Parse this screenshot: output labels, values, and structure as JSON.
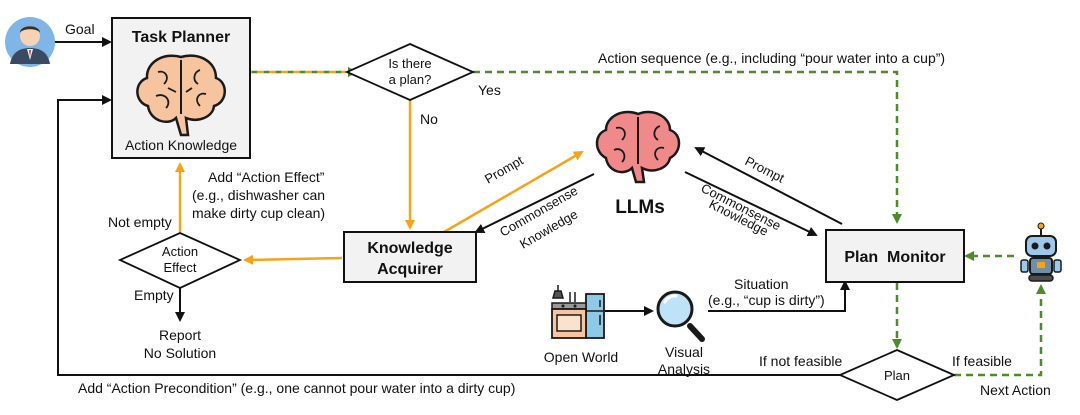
{
  "colors": {
    "orange": "#f5a31a",
    "green": "#4f8a2c",
    "black": "#111111",
    "box_fill": "#f2f2f2",
    "brain_pink": "#f08a8a",
    "brain_peach": "#f6c49e"
  },
  "icons": {
    "user": "user-avatar-icon",
    "task_planner_brain": "brain-icon",
    "llm_brain": "brain-icon",
    "kitchen": "kitchen-icon",
    "magnifier": "magnifier-icon",
    "robot": "robot-icon"
  },
  "nodes": {
    "task_planner": {
      "title": "Task Planner",
      "subtitle": "Action Knowledge"
    },
    "is_plan": {
      "line1": "Is there",
      "line2": "a plan?"
    },
    "llms": {
      "label": "LLMs"
    },
    "knowledge_acquirer": {
      "line1": "Knowledge",
      "line2": "Acquirer"
    },
    "action_effect": {
      "line1": "Action",
      "line2": "Effect"
    },
    "plan_monitor": {
      "label": "Plan  Monitor"
    },
    "plan": {
      "label": "Plan"
    },
    "report": {
      "line1": "Report",
      "line2": "No Solution"
    },
    "open_world": {
      "label": "Open World"
    },
    "visual_analysis": {
      "line1": "Visual",
      "line2": "Analysis"
    }
  },
  "edges": {
    "goal": "Goal",
    "yes": "Yes",
    "no": "No",
    "action_sequence": "Action sequence (e.g., including “pour water into a cup”)",
    "prompt_left": "Prompt",
    "commonsense_left_1": "Commonsense",
    "commonsense_left_2": "Knowledge",
    "prompt_right": "Prompt",
    "commonsense_right_1": "Commonsense",
    "commonsense_right_2": "Knowledge",
    "add_effect_1": "Add  “Action Effect”",
    "add_effect_2": "(e.g., dishwasher can",
    "add_effect_3": "make dirty cup clean)",
    "not_empty": "Not empty",
    "empty": "Empty",
    "situation_1": "Situation",
    "situation_2": "(e.g., “cup is dirty”)",
    "if_not_feasible": "If not feasible",
    "if_feasible": "If feasible",
    "next_action": "Next Action",
    "add_precondition": "Add “Action Precondition” (e.g., one cannot pour water into a dirty cup)"
  }
}
